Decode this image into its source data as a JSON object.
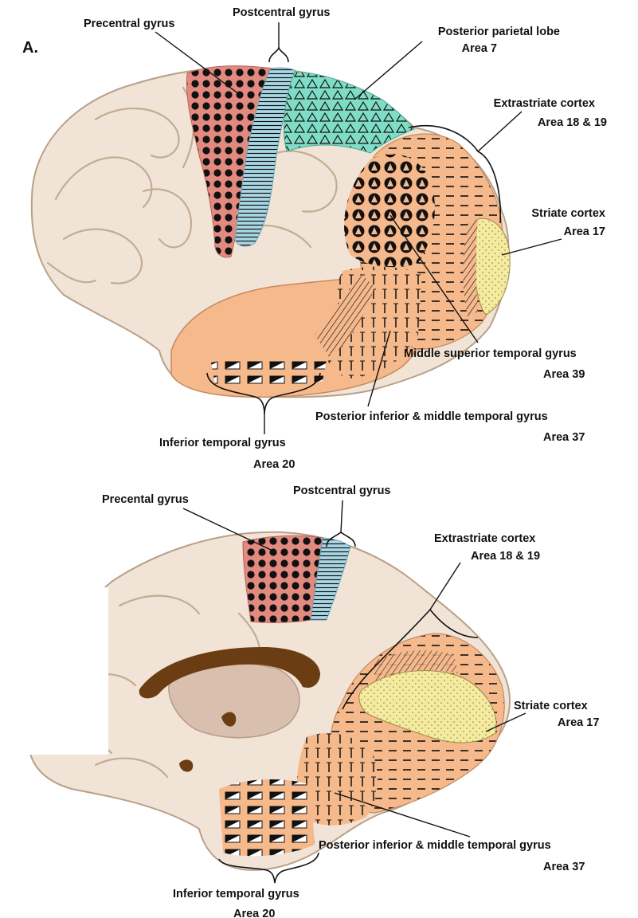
{
  "panel_label": "A.",
  "lateral_view": {
    "precentral": "Precentral gyrus",
    "postcentral": "Postcentral gyrus",
    "parietal_line1": "Posterior parietal lobe",
    "parietal_line2": "Area 7",
    "extrastriate_line1": "Extrastriate cortex",
    "extrastriate_line2": "Area 18 & 19",
    "striate_line1": "Striate cortex",
    "striate_line2": "Area 17",
    "superior_temporal_line1": "Middle superior temporal gyrus",
    "superior_temporal_line2": "Area 39",
    "posterior_temporal_line1": "Posterior inferior & middle temporal gyrus",
    "posterior_temporal_line2": "Area 37",
    "inferior_temporal_line1": "Inferior temporal gyrus",
    "inferior_temporal_line2": "Area 20"
  },
  "medial_view": {
    "precentral": "Precental gyrus",
    "postcentral": "Postcentral gyrus",
    "extrastriate_line1": "Extrastriate cortex",
    "extrastriate_line2": "Area 18 & 19",
    "striate_line1": "Striate cortex",
    "striate_line2": "Area 17",
    "posterior_temporal_line1": "Posterior inferior & middle temporal gyrus",
    "posterior_temporal_line2": "Area 37",
    "inferior_temporal_line1": "Inferior temporal gyrus",
    "inferior_temporal_line2": "Area 20"
  },
  "colors": {
    "brain": "#f1e4d6",
    "motor": "#e38a80",
    "somatosensory": "#a9d7e6",
    "parietal": "#7fdcc6",
    "visual_association": "#f5b98c",
    "striate": "#f5eba0",
    "corpus_callosum": "#6b3d12"
  }
}
